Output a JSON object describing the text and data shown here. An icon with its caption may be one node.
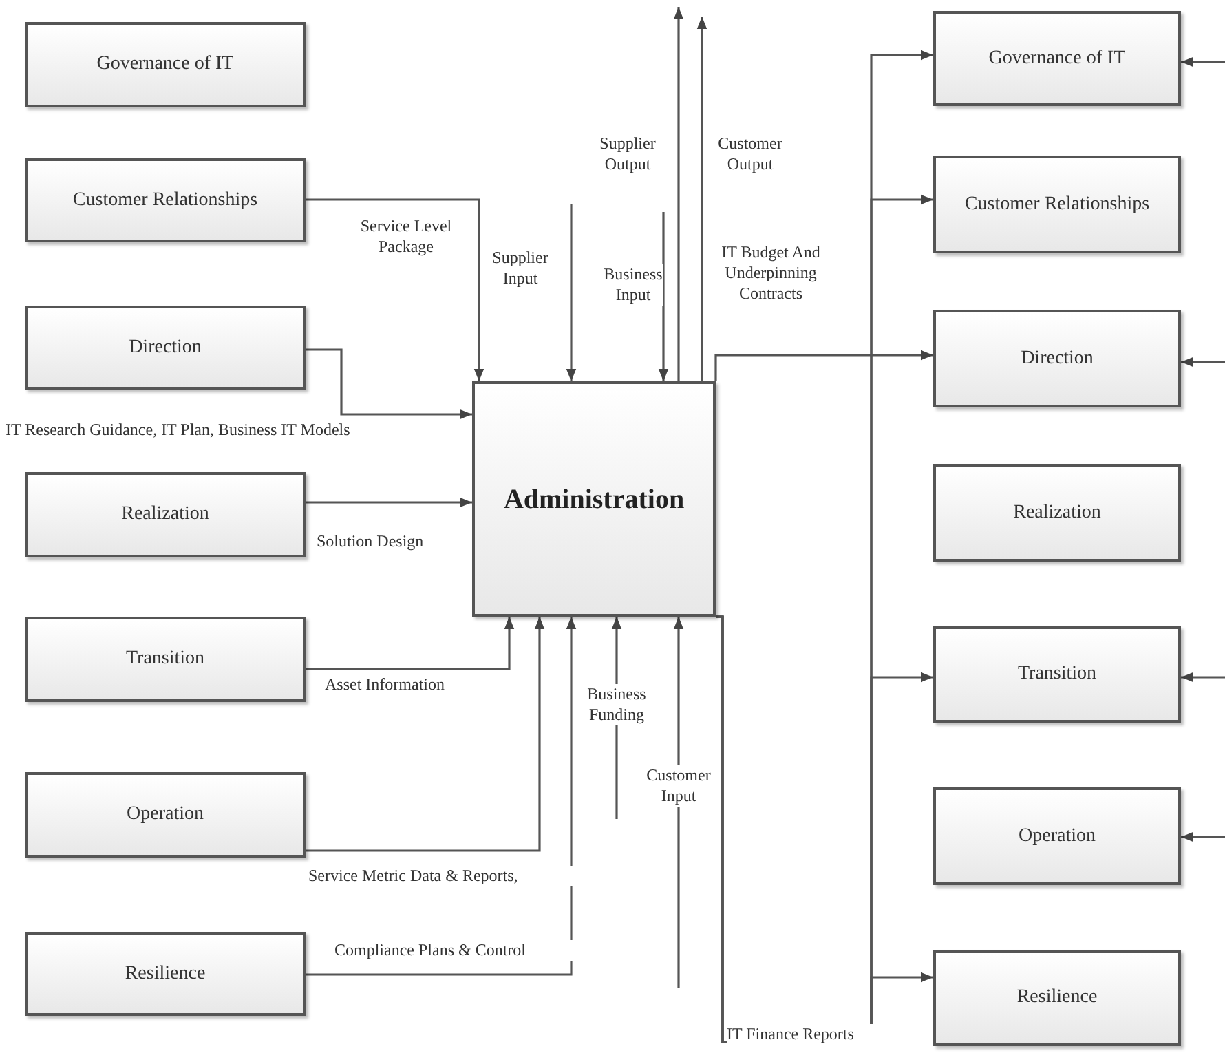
{
  "diagram": {
    "nodes": [
      {
        "text": [
          "Governance of IT"
        ]
      },
      {
        "text": [
          "Customer Relationships"
        ]
      },
      {
        "text": [
          "Direction"
        ]
      },
      {
        "text": [
          "Realization"
        ]
      },
      {
        "text": [
          "Transition"
        ]
      },
      {
        "text": [
          "Operation"
        ]
      },
      {
        "text": [
          "Resilience"
        ]
      },
      {
        "text": [
          "Administration"
        ]
      },
      {
        "text": [
          "Governance of IT"
        ]
      },
      {
        "text": [
          "Customer Relationships"
        ]
      },
      {
        "text": [
          "Direction"
        ]
      },
      {
        "text": [
          "Realization"
        ]
      },
      {
        "text": [
          "Transition"
        ]
      },
      {
        "text": [
          "Operation"
        ]
      },
      {
        "text": [
          "Resilience"
        ]
      }
    ],
    "edges": [
      {
        "from": 1,
        "to": 7,
        "arrow": "to",
        "label": "Service Level Package"
      },
      {
        "from": 2,
        "to": 7,
        "arrow": "to",
        "label": "IT Research Guidance, IT Plan, Business IT Models"
      },
      {
        "from": 3,
        "to": 7,
        "arrow": "to",
        "label": "Solution Design"
      },
      {
        "from": 4,
        "to": 7,
        "arrow": "to",
        "label": "Asset Information"
      },
      {
        "from": 5,
        "to": 7,
        "arrow": "to",
        "label": "Service Metric Data & Reports,"
      },
      {
        "from": 6,
        "to": 7,
        "arrow": "to",
        "label": "Compliance Plans & Control"
      },
      {
        "from": null,
        "to": 7,
        "arrow": "to",
        "label": "Business Funding"
      },
      {
        "from": null,
        "to": 7,
        "arrow": "to",
        "label": "Customer Input"
      },
      {
        "from": null,
        "to": 7,
        "arrow": "to",
        "label": "Supplier Input"
      },
      {
        "from": null,
        "to": 7,
        "arrow": "to",
        "label": "Business Input"
      },
      {
        "from": 7,
        "to": null,
        "arrow": "to",
        "label": "Supplier Output"
      },
      {
        "from": 7,
        "to": null,
        "arrow": "to",
        "label": "Customer Output"
      },
      {
        "from": 7,
        "to": 10,
        "arrow": "to",
        "label": "IT Budget And Underpinning Contracts"
      },
      {
        "from": 7,
        "to": 8,
        "arrow": "to",
        "label": "IT Finance Reports"
      },
      {
        "from": 7,
        "to": 9,
        "arrow": "to"
      },
      {
        "from": 7,
        "to": 12,
        "arrow": "to"
      },
      {
        "from": 7,
        "to": 14,
        "arrow": "to"
      },
      {
        "from": null,
        "to": 8,
        "arrow": "to"
      },
      {
        "from": null,
        "to": 10,
        "arrow": "to"
      },
      {
        "from": null,
        "to": 12,
        "arrow": "to"
      },
      {
        "from": null,
        "to": 13,
        "arrow": "to"
      }
    ]
  }
}
